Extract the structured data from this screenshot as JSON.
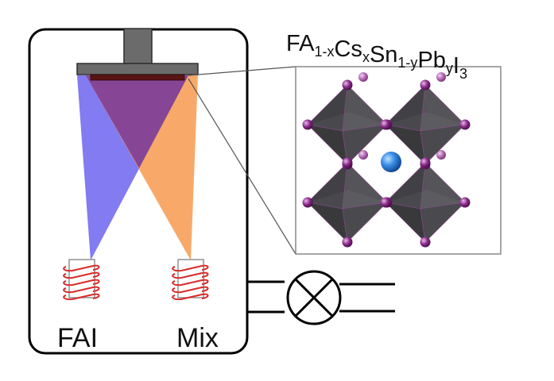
{
  "formula": {
    "base": [
      "FA",
      "Cs",
      "Sn",
      "Pb",
      "I"
    ],
    "subscripts": [
      "1-x",
      "x",
      "1-y",
      "y",
      "3"
    ]
  },
  "sources": {
    "left_label": "FAI",
    "right_label": "Mix"
  },
  "colors": {
    "chamber_outline": "#000000",
    "substrate_holder": "#6b6b6b",
    "substrate_film": "#5a1414",
    "beam_fai": "#7b74f0",
    "beam_mix": "#f7a25c",
    "beam_overlap": "#7a3c9a",
    "coil": "#d92a2a",
    "octahedron": "#4a4a4c",
    "iodide_atom": "#7b1f7b",
    "cation_atom": "#2a78d8"
  },
  "icons": {
    "pump_valve": "crossed-circle-icon",
    "heater_coil": "coil-icon"
  }
}
